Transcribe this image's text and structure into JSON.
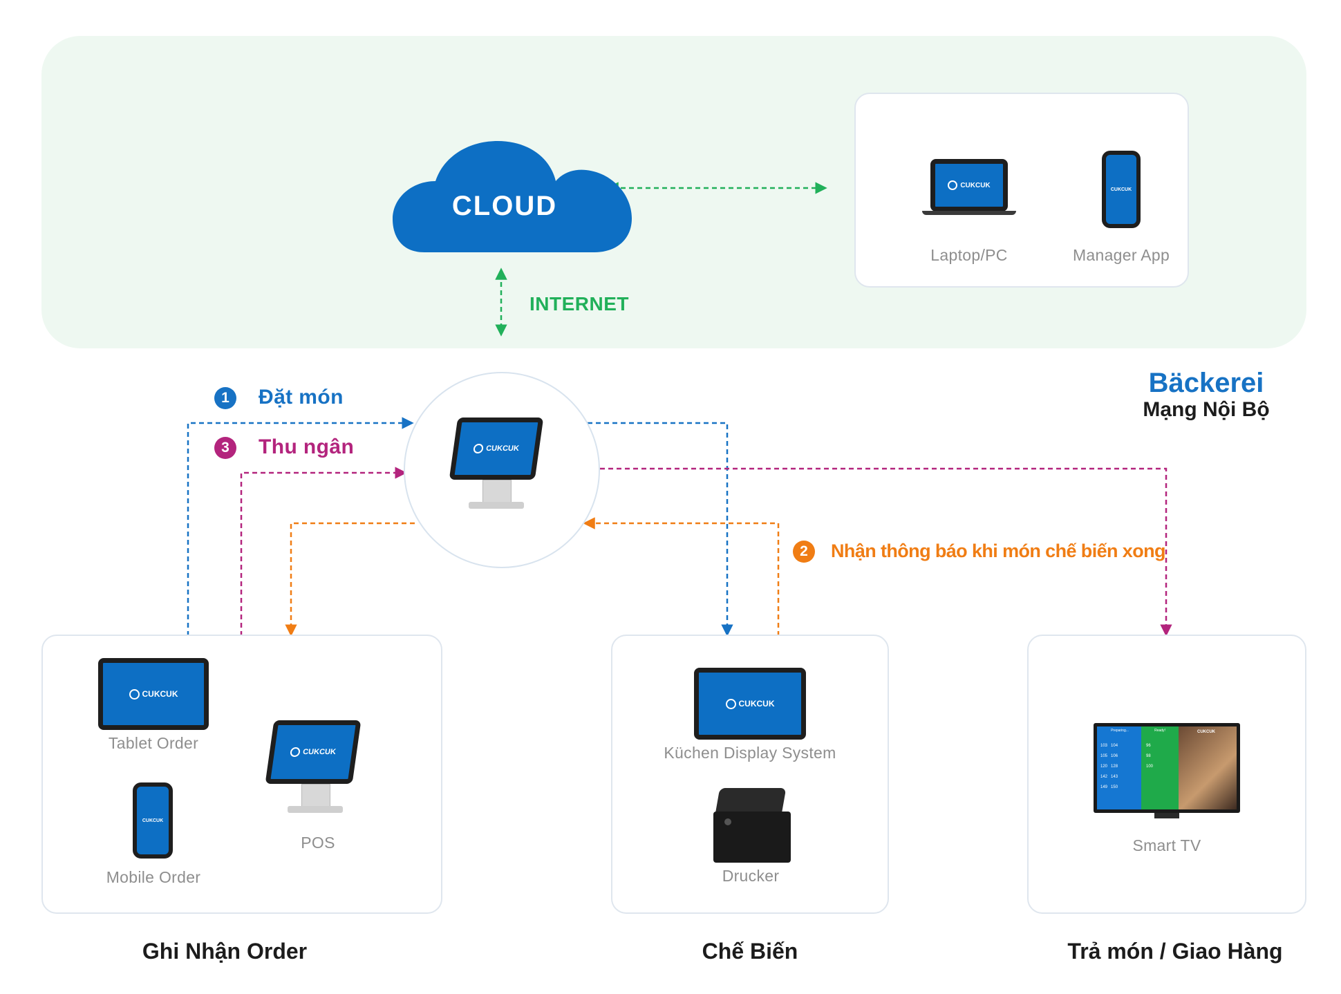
{
  "cloud": {
    "label": "CLOUD",
    "internet_label": "INTERNET"
  },
  "remote_devices": [
    {
      "label": "Laptop/PC",
      "icon": "laptop-icon",
      "screen_logo": "CUKCUK"
    },
    {
      "label": "Manager App",
      "icon": "phone-icon",
      "screen_logo": "CUKCUK"
    }
  ],
  "network": {
    "title": "Bäckerei",
    "subtitle": "Mạng Nội Bộ"
  },
  "steps": [
    {
      "number": "1",
      "text": "Đặt món",
      "color": "#1772c4"
    },
    {
      "number": "2",
      "text": "Nhận thông báo khi món chế biến xong",
      "color": "#f07d14"
    },
    {
      "number": "3",
      "text": "Thu ngân",
      "color": "#b3247d"
    }
  ],
  "hub_device": {
    "icon": "pos-terminal-icon",
    "screen_logo": "CUKCUK"
  },
  "groups": [
    {
      "title": "Ghi Nhận Order",
      "devices": [
        {
          "label": "Tablet Order",
          "icon": "tablet-icon",
          "screen_logo": "CUKCUK"
        },
        {
          "label": "POS",
          "icon": "pos-terminal-icon",
          "screen_logo": "CUKCUK"
        },
        {
          "label": "Mobile Order",
          "icon": "phone-icon",
          "screen_logo": "CUKCUK"
        }
      ]
    },
    {
      "title": "Chế Biến",
      "devices": [
        {
          "label": "Küchen Display System",
          "icon": "tablet-icon",
          "screen_logo": "CUKCUK"
        },
        {
          "label": "Drucker",
          "icon": "receipt-printer-icon"
        }
      ]
    },
    {
      "title": "Trả món / Giao Hàng",
      "devices": [
        {
          "label": "Smart TV",
          "icon": "smart-tv-icon"
        }
      ]
    }
  ],
  "tv_screen": {
    "col_preparing": "Preparing...",
    "col_ready": "Ready!",
    "preparing": [
      [
        "103",
        "104"
      ],
      [
        "105",
        "106"
      ],
      [
        "120",
        "128"
      ],
      [
        "142",
        "143"
      ],
      [
        "149",
        "150"
      ]
    ],
    "ready": [
      "96",
      "98",
      "100"
    ],
    "logo": "CUKCUK"
  },
  "colors": {
    "blue": "#1772c4",
    "orange": "#f07d14",
    "magenta": "#b3247d",
    "green": "#21b05a",
    "cloud": "#0d6fc4"
  }
}
